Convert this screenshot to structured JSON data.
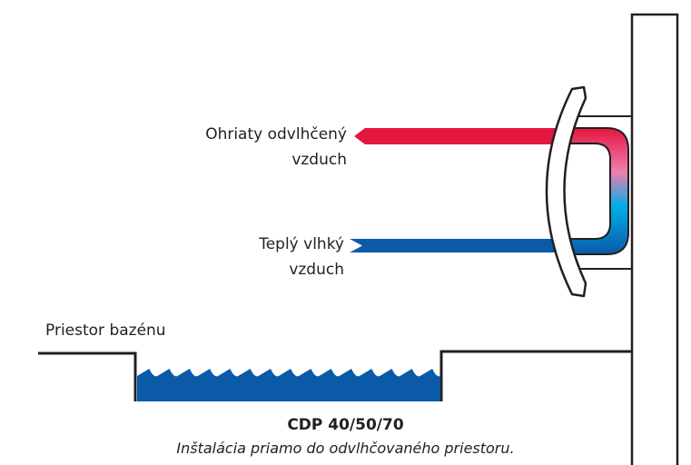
{
  "labels": {
    "warm_dry_air": [
      "Ohriaty odvlhčený",
      "vzduch"
    ],
    "warm_humid_air": [
      "Teplý vlhký",
      "vzduch"
    ],
    "pool_space": "Priestor bazénu"
  },
  "caption": {
    "title": "CDP 40/50/70",
    "subtitle": "Inštalácia priamo do odvlhčovaného priestoru."
  },
  "colors": {
    "hot_air": "#e5173f",
    "humid_air": "#0a5aa8",
    "water": "#0a5aa8",
    "gradient_mid_pink": "#ee7fb0",
    "gradient_cyan": "#00aee8",
    "outline": "#231f20"
  }
}
